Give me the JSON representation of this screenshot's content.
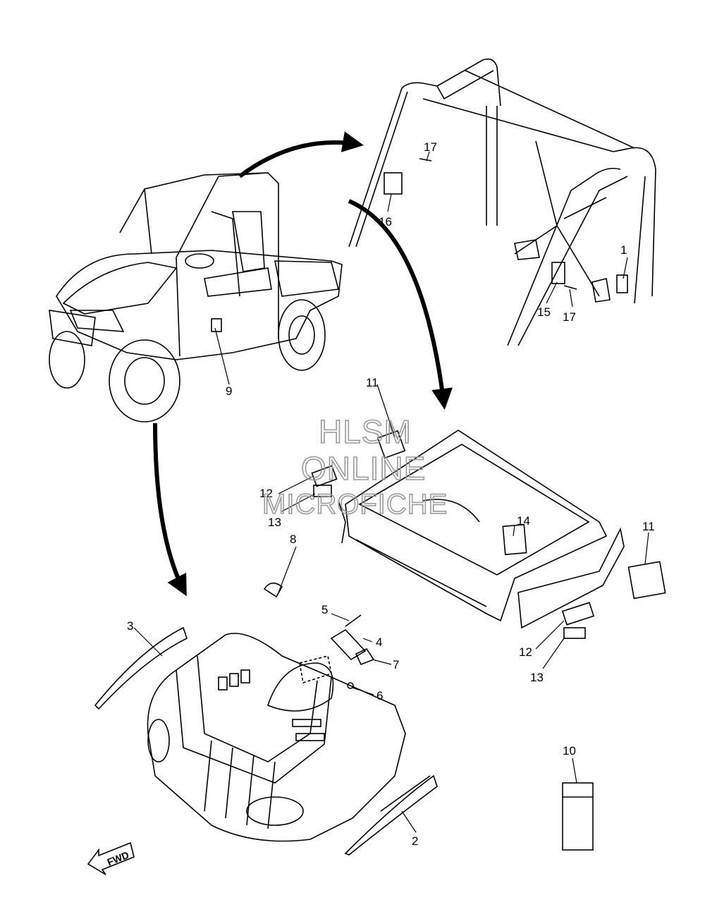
{
  "callouts": {
    "c1": "1",
    "c2": "2",
    "c3": "3",
    "c4": "4",
    "c5": "5",
    "c6": "6",
    "c7": "7",
    "c8": "8",
    "c9": "9",
    "c10": "10",
    "c11a": "11",
    "c11b": "11",
    "c12a": "12",
    "c12b": "12",
    "c13a": "13",
    "c13b": "13",
    "c14": "14",
    "c15": "15",
    "c16": "16",
    "c17a": "17",
    "c17b": "17"
  },
  "watermark": {
    "line1": "HLSM",
    "line2": "ONLINE",
    "line3": "MICROFICHE"
  },
  "fwd_label": "FWD"
}
